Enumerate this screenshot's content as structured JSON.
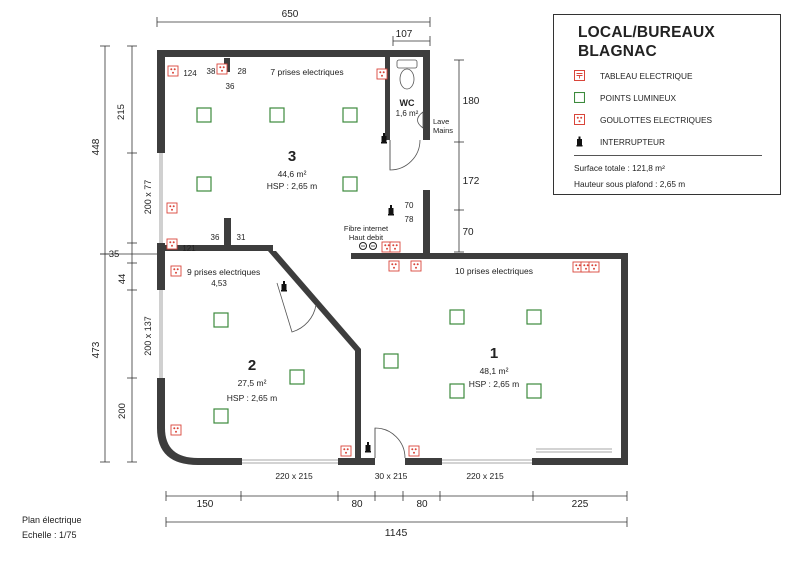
{
  "legend": {
    "title_line1": "LOCAL/BUREAUX",
    "title_line2": "BLAGNAC",
    "items": [
      {
        "label": "TABLEAU ELECTRIQUE",
        "icon": "electrical-panel-icon"
      },
      {
        "label": "POINTS LUMINEUX",
        "icon": "light-point-icon"
      },
      {
        "label": "GOULOTTES ELECTRIQUES",
        "icon": "cable-duct-icon"
      },
      {
        "label": "INTERRUPTEUR",
        "icon": "switch-icon"
      }
    ],
    "surface_totale": "Surface totale : 121,8 m²",
    "hauteur": "Hauteur sous plafond : 2,65 m"
  },
  "caption": {
    "title": "Plan électrique",
    "scale": "Echelle : 1/75"
  },
  "dimensions": {
    "top_total": "650",
    "top_wc": "107",
    "left_total_upper": "448",
    "left_upper_a": "215",
    "left_window_upper": "200 x 77",
    "left_35": "35",
    "left_44": "44",
    "left_total_lower": "473",
    "left_window_lower": "200 x 137",
    "left_lower_200": "200",
    "right_180": "180",
    "right_172": "172",
    "right_70": "70",
    "bottom_150": "150",
    "bottom_80a": "80",
    "bottom_80b": "80",
    "bottom_225": "225",
    "bottom_total": "1145",
    "bay_left": "220 x 215",
    "door_main": "30 x 215",
    "bay_right": "220 x 215"
  },
  "rooms": {
    "room1": {
      "number": "1",
      "area": "48,1 m²",
      "hsp": "HSP : 2,65 m",
      "outlets": "10 prises electriques"
    },
    "room2": {
      "number": "2",
      "area": "27,5 m²",
      "hsp": "HSP : 2,65 m",
      "outlets": "9 prises electriques",
      "dim": "4,53"
    },
    "room3": {
      "number": "3",
      "area": "44,6 m²",
      "hsp": "HSP : 2,65 m",
      "outlets": "7 prises electriques"
    },
    "wc": {
      "name": "WC",
      "area": "1,6 m²",
      "sink": "Lave",
      "sink2": "Mains"
    }
  },
  "inner_dims": {
    "d124": "124",
    "d38": "38",
    "d28": "28",
    "d36a": "36",
    "d36b": "36",
    "d31": "31",
    "d121": "121",
    "d70": "70",
    "d78": "78"
  },
  "fibre": {
    "line1": "Fibre internet",
    "line2": "Haut debit"
  },
  "colors": {
    "wall": "#3d3d3d",
    "accent": "#d9453a",
    "light": "#3c8a3c"
  }
}
